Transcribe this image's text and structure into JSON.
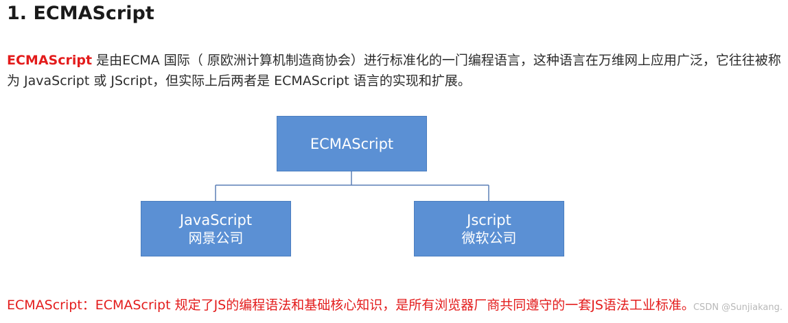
{
  "heading": "1. ECMAScript",
  "intro": {
    "term": "ECMAScript",
    "text": " 是由ECMA 国际（ 原欧洲计算机制造商协会）进行标准化的一门编程语言，这种语言在万维网上应用广泛，它往往被称为 JavaScript 或 JScript，但实际上后两者是 ECMAScript 语言的实现和扩展。"
  },
  "diagram": {
    "root": {
      "label": "ECMAScript"
    },
    "children": [
      {
        "label": "JavaScript",
        "sub": "网景公司"
      },
      {
        "label": "Jscript",
        "sub": "微软公司"
      }
    ]
  },
  "conclusion": "ECMAScript：ECMAScript 规定了JS的编程语法和基础核心知识，是所有浏览器厂商共同遵守的一套JS语法工业标准。",
  "watermark": "CSDN @Sunjiakang.",
  "colors": {
    "accent_red": "#e31b1b",
    "node_blue": "#5b90d4",
    "connector": "#5a7fb5"
  }
}
